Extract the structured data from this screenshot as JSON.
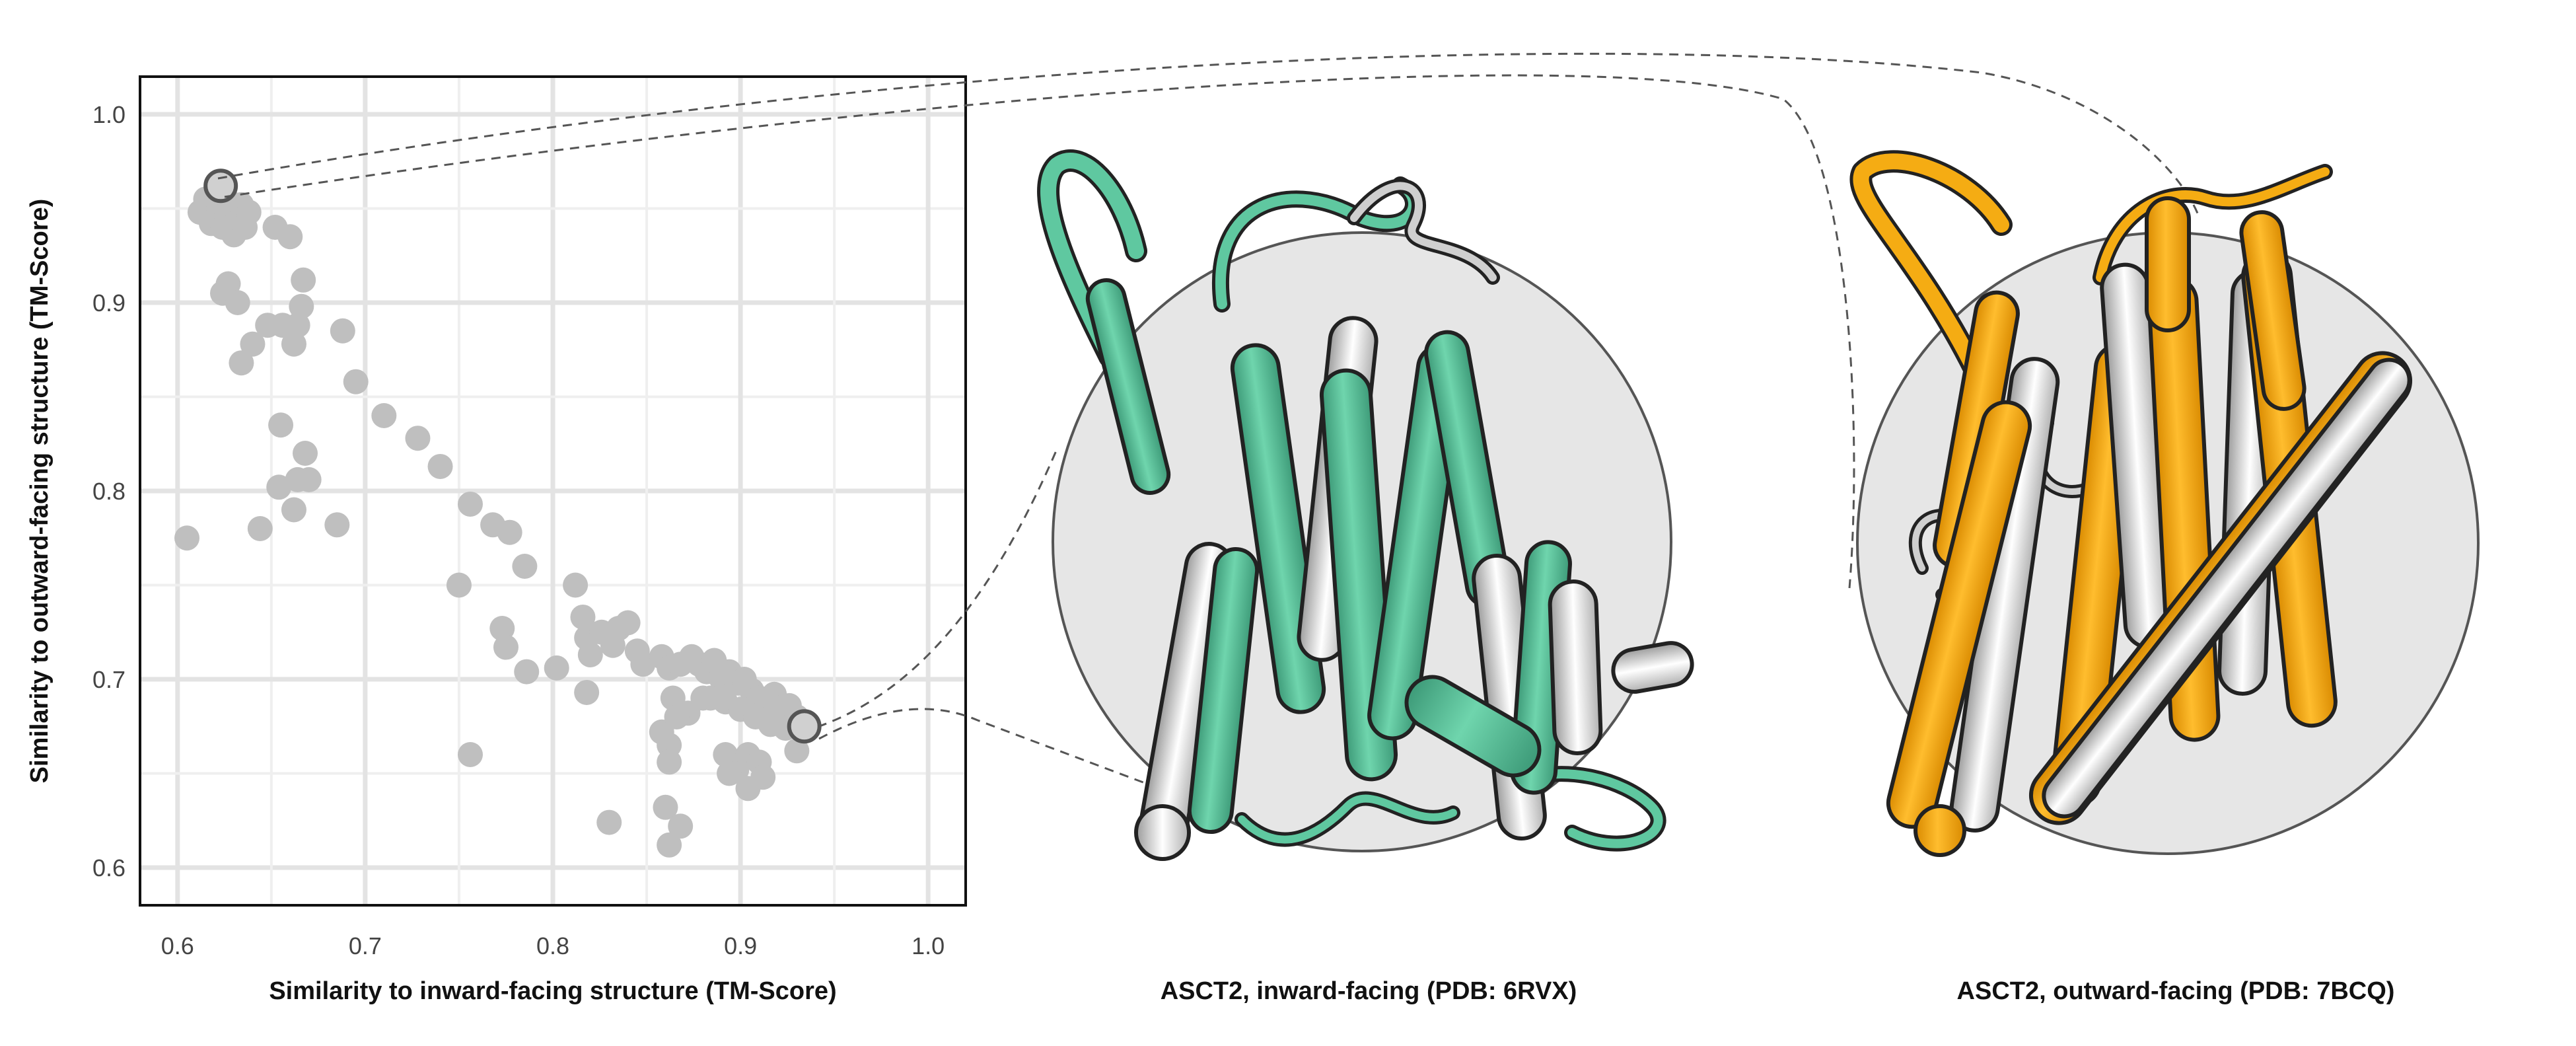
{
  "chart_data": {
    "type": "scatter",
    "xlabel": "Similarity to inward-facing structure (TM-Score)",
    "ylabel": "Similarity to outward-facing structure (TM-Score)",
    "xlim": [
      0.58,
      1.02
    ],
    "ylim": [
      0.58,
      1.02
    ],
    "xticks": [
      "0.6",
      "0.7",
      "0.8",
      "0.9",
      "1.0"
    ],
    "yticks": [
      "0.6",
      "0.7",
      "0.8",
      "0.9",
      "1.0"
    ],
    "grid": true,
    "point_color": "#bfbfbf",
    "points": [
      [
        0.605,
        0.775
      ],
      [
        0.612,
        0.948
      ],
      [
        0.615,
        0.955
      ],
      [
        0.618,
        0.942
      ],
      [
        0.62,
        0.957
      ],
      [
        0.622,
        0.95
      ],
      [
        0.624,
        0.94
      ],
      [
        0.626,
        0.946
      ],
      [
        0.628,
        0.953
      ],
      [
        0.63,
        0.936
      ],
      [
        0.632,
        0.945
      ],
      [
        0.634,
        0.952
      ],
      [
        0.636,
        0.94
      ],
      [
        0.638,
        0.948
      ],
      [
        0.627,
        0.91
      ],
      [
        0.624,
        0.905
      ],
      [
        0.632,
        0.9
      ],
      [
        0.64,
        0.878
      ],
      [
        0.634,
        0.868
      ],
      [
        0.648,
        0.888
      ],
      [
        0.652,
        0.94
      ],
      [
        0.656,
        0.888
      ],
      [
        0.66,
        0.935
      ],
      [
        0.662,
        0.878
      ],
      [
        0.664,
        0.888
      ],
      [
        0.666,
        0.898
      ],
      [
        0.667,
        0.912
      ],
      [
        0.688,
        0.885
      ],
      [
        0.695,
        0.858
      ],
      [
        0.655,
        0.835
      ],
      [
        0.668,
        0.82
      ],
      [
        0.654,
        0.802
      ],
      [
        0.664,
        0.806
      ],
      [
        0.67,
        0.806
      ],
      [
        0.662,
        0.79
      ],
      [
        0.644,
        0.78
      ],
      [
        0.685,
        0.782
      ],
      [
        0.71,
        0.84
      ],
      [
        0.728,
        0.828
      ],
      [
        0.74,
        0.813
      ],
      [
        0.756,
        0.793
      ],
      [
        0.768,
        0.782
      ],
      [
        0.777,
        0.778
      ],
      [
        0.785,
        0.76
      ],
      [
        0.75,
        0.75
      ],
      [
        0.773,
        0.727
      ],
      [
        0.775,
        0.717
      ],
      [
        0.786,
        0.704
      ],
      [
        0.802,
        0.706
      ],
      [
        0.756,
        0.66
      ],
      [
        0.812,
        0.75
      ],
      [
        0.816,
        0.733
      ],
      [
        0.818,
        0.722
      ],
      [
        0.82,
        0.713
      ],
      [
        0.818,
        0.693
      ],
      [
        0.826,
        0.725
      ],
      [
        0.832,
        0.718
      ],
      [
        0.835,
        0.727
      ],
      [
        0.84,
        0.73
      ],
      [
        0.845,
        0.715
      ],
      [
        0.848,
        0.708
      ],
      [
        0.858,
        0.712
      ],
      [
        0.862,
        0.706
      ],
      [
        0.868,
        0.708
      ],
      [
        0.874,
        0.712
      ],
      [
        0.878,
        0.708
      ],
      [
        0.882,
        0.704
      ],
      [
        0.886,
        0.71
      ],
      [
        0.89,
        0.7
      ],
      [
        0.894,
        0.704
      ],
      [
        0.898,
        0.698
      ],
      [
        0.902,
        0.7
      ],
      [
        0.906,
        0.694
      ],
      [
        0.91,
        0.69
      ],
      [
        0.914,
        0.688
      ],
      [
        0.918,
        0.692
      ],
      [
        0.922,
        0.685
      ],
      [
        0.926,
        0.686
      ],
      [
        0.93,
        0.68
      ],
      [
        0.884,
        0.69
      ],
      [
        0.892,
        0.688
      ],
      [
        0.9,
        0.684
      ],
      [
        0.908,
        0.68
      ],
      [
        0.916,
        0.676
      ],
      [
        0.924,
        0.674
      ],
      [
        0.864,
        0.69
      ],
      [
        0.872,
        0.682
      ],
      [
        0.88,
        0.69
      ],
      [
        0.858,
        0.672
      ],
      [
        0.862,
        0.665
      ],
      [
        0.866,
        0.68
      ],
      [
        0.862,
        0.656
      ],
      [
        0.892,
        0.66
      ],
      [
        0.898,
        0.652
      ],
      [
        0.904,
        0.66
      ],
      [
        0.91,
        0.656
      ],
      [
        0.894,
        0.65
      ],
      [
        0.904,
        0.642
      ],
      [
        0.912,
        0.648
      ],
      [
        0.93,
        0.662
      ],
      [
        0.86,
        0.632
      ],
      [
        0.868,
        0.622
      ],
      [
        0.862,
        0.612
      ],
      [
        0.83,
        0.624
      ]
    ],
    "highlight_points": [
      [
        0.623,
        0.962
      ],
      [
        0.934,
        0.675
      ]
    ]
  },
  "panels": {
    "inward_caption": "ASCT2, inward-facing (PDB: 6RVX)",
    "outward_caption": "ASCT2, outward-facing (PDB: 7BCQ)",
    "inward_color": "#5fc8a0",
    "outward_color": "#f5ac13",
    "reference_color": "#e6e6e6"
  }
}
